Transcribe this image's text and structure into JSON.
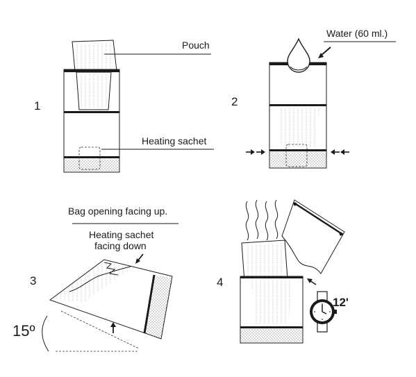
{
  "labels": {
    "pouch": "Pouch",
    "heating_sachet": "Heating sachet",
    "water": "Water (60 ml.)",
    "bag_opening": "Bag opening facing up.",
    "sachet_down_1": "Heating sachet",
    "sachet_down_2": "facing down",
    "angle": "15º",
    "minutes": "12'"
  },
  "steps": [
    "1",
    "2",
    "3",
    "4"
  ]
}
